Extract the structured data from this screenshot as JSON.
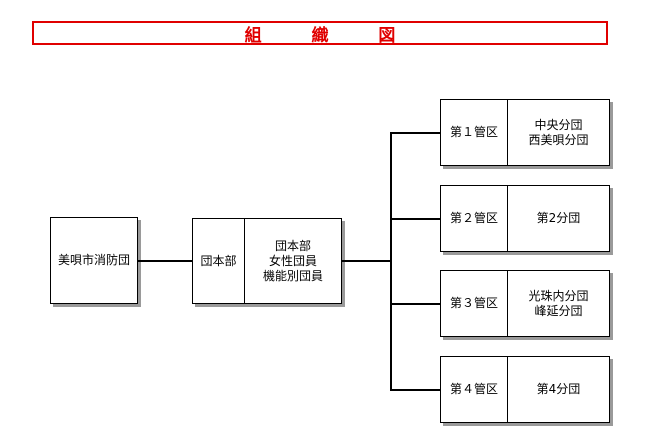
{
  "title": "組 織 図",
  "root": "美唄市消防団",
  "hq": {
    "label": "団本部",
    "members": "団本部\n女性団員\n機能別団員"
  },
  "districts": [
    {
      "label": "第１管区",
      "units": "中央分団\n西美唄分団"
    },
    {
      "label": "第２管区",
      "units": "第2分団"
    },
    {
      "label": "第３管区",
      "units": "光珠内分団\n峰延分団"
    },
    {
      "label": "第４管区",
      "units": "第4分団"
    }
  ],
  "colors": {
    "title": "#e00000",
    "lines": "#000000",
    "shadow": "#9a9a9a"
  }
}
